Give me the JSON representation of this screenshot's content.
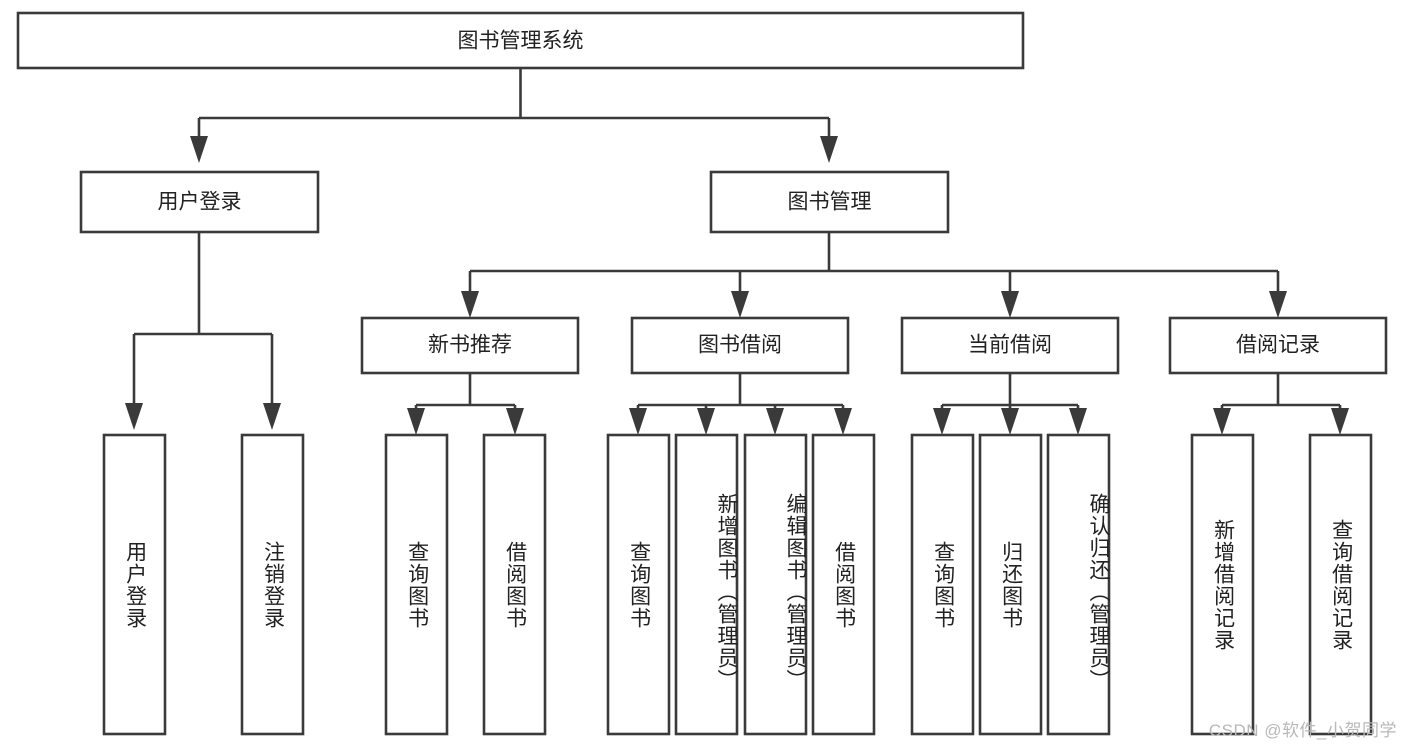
{
  "diagram": {
    "type": "tree-flowchart",
    "title": "图书管理系统",
    "root": {
      "label": "图书管理系统"
    },
    "level2": [
      {
        "label": "用户登录"
      },
      {
        "label": "图书管理"
      }
    ],
    "level3": [
      {
        "label": "新书推荐"
      },
      {
        "label": "图书借阅"
      },
      {
        "label": "当前借阅"
      },
      {
        "label": "借阅记录"
      }
    ],
    "leaves": {
      "user_login": [
        {
          "label": "用户登录"
        },
        {
          "label": "注销登录"
        }
      ],
      "new_book": [
        {
          "label": "查询图书"
        },
        {
          "label": "借阅图书"
        }
      ],
      "book_borrow": [
        {
          "label": "查询图书"
        },
        {
          "label": "新增图书（管理员）"
        },
        {
          "label": "编辑图书（管理员）"
        },
        {
          "label": "借阅图书"
        }
      ],
      "current_borrow": [
        {
          "label": "查询图书"
        },
        {
          "label": "归还图书"
        },
        {
          "label": "确认归还（管理员）"
        }
      ],
      "borrow_record": [
        {
          "label": "新增借阅记录"
        },
        {
          "label": "查询借阅记录"
        }
      ]
    },
    "watermark": "CSDN @软件_小贺同学",
    "colors": {
      "stroke": "#3a3a3a",
      "fill": "#ffffff",
      "text": "#222222",
      "watermark": "#b8b8b8"
    }
  }
}
